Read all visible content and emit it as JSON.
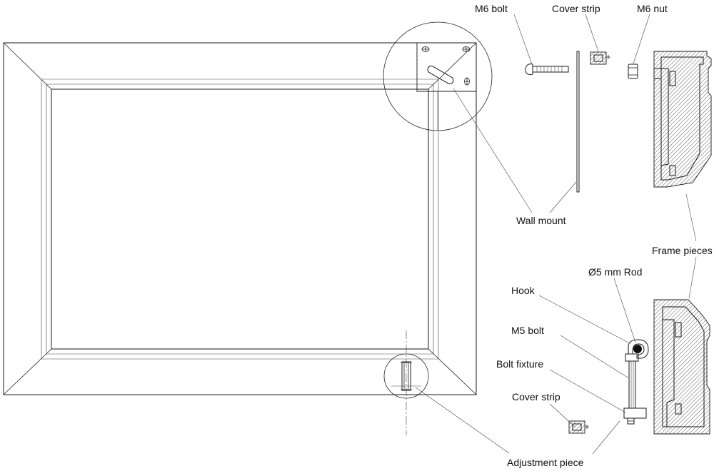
{
  "labels": {
    "m6_bolt": "M6 bolt",
    "cover_strip_top": "Cover strip",
    "m6_nut": "M6 nut",
    "wall_mount": "Wall mount",
    "frame_pieces": "Frame pieces",
    "rod": "Ø5 mm Rod",
    "hook": "Hook",
    "m5_bolt": "M5 bolt",
    "bolt_fixture": "Bolt fixture",
    "cover_strip_bottom": "Cover strip",
    "adjustment_piece": "Adjustment piece"
  }
}
